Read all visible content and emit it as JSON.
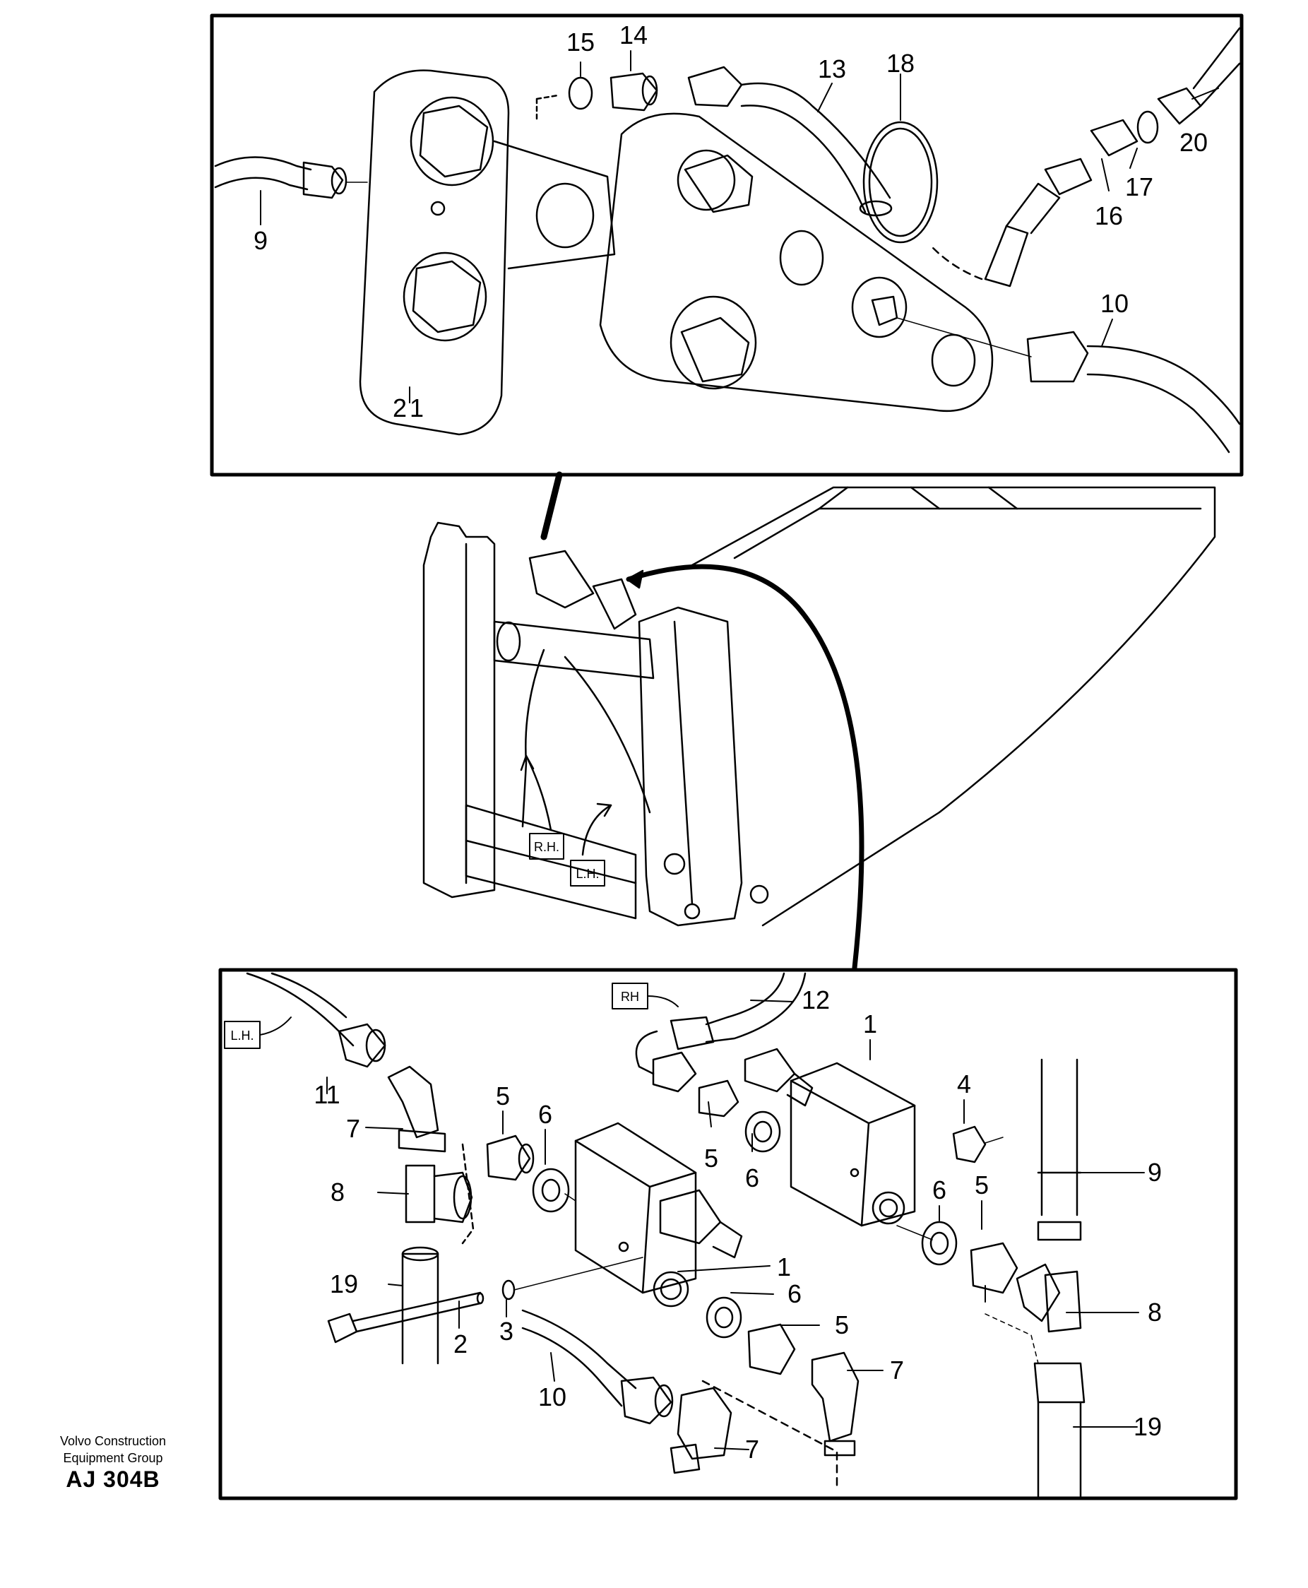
{
  "top_panel": {
    "callouts": [
      "15",
      "14",
      "13",
      "18",
      "20",
      "9",
      "17",
      "16",
      "10",
      "21"
    ]
  },
  "middle_view": {
    "tags": [
      "R.H.",
      "L.H."
    ]
  },
  "bottom_panel": {
    "tags": [
      "RH",
      "L.H."
    ],
    "callouts": [
      "12",
      "1",
      "11",
      "5",
      "4",
      "7",
      "6",
      "5",
      "6",
      "9",
      "8",
      "6",
      "5",
      "19",
      "1",
      "6",
      "8",
      "2",
      "3",
      "5",
      "10",
      "7",
      "19",
      "7"
    ]
  },
  "footer": {
    "company_line1": "Volvo Construction",
    "company_line2": "Equipment Group",
    "drawing_code": "AJ 304B"
  }
}
